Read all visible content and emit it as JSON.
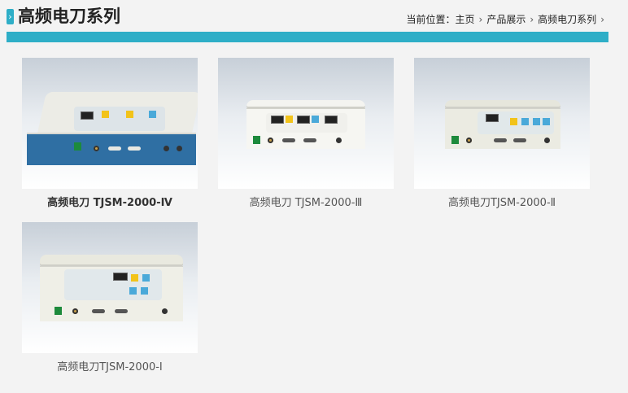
{
  "header": {
    "marker_glyph": "›",
    "title": "高频电刀系列",
    "breadcrumb": {
      "prefix": "当前位置：",
      "items": [
        "主页",
        "产品展示",
        "高频电刀系列"
      ],
      "separator": "›"
    }
  },
  "colors": {
    "accent": "#2eaec7",
    "background": "#f3f3f3"
  },
  "products": [
    {
      "name": "高频电刀 TJSM-2000-Ⅳ",
      "image": "electrosurgical-unit-iv"
    },
    {
      "name": "高频电刀 TJSM-2000-Ⅲ",
      "image": "electrosurgical-unit-iii"
    },
    {
      "name": "高频电刀TJSM-2000-Ⅱ",
      "image": "electrosurgical-unit-ii"
    },
    {
      "name": "高频电刀TJSM-2000-Ⅰ",
      "image": "electrosurgical-unit-i"
    }
  ]
}
